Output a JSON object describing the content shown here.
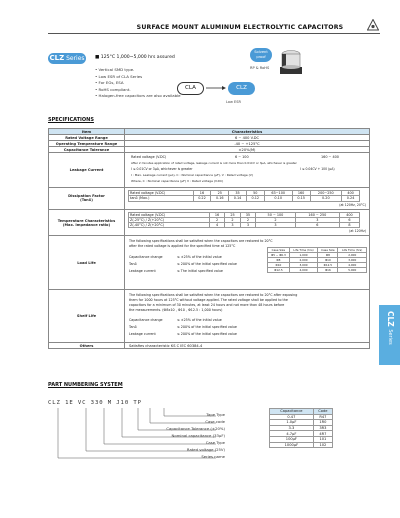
{
  "header": {
    "title": "SURFACE MOUNT ALUMINUM ELECTROLYTIC CAPACITORS"
  },
  "series": {
    "name": "CLZ",
    "suffix": "Series",
    "tagline": "■ 125°C 1,000~5,000 hrs assured",
    "solvent_badge": "Solvent proof",
    "rohs_note": "RP & RoHS",
    "features": [
      "Vertical SMD type.",
      "Low ESR of CLA Series",
      "For EGs, ESA",
      "RoHS compliant.",
      "Halogen-free capacitors are also available"
    ],
    "flow_from": "CLA",
    "flow_to": "CLZ",
    "flow_note": "Low ESR"
  },
  "specifications": {
    "section_title": "SPECIFICATIONS",
    "col_item": "Item",
    "col_char": "Characteristics",
    "rows": [
      {
        "item": "Rated Voltage Range",
        "value": "6 ~ 400 V.DC"
      },
      {
        "item": "Operating Temperature Range",
        "value": "-40 ~ +125°C"
      },
      {
        "item": "Capacitance Tolerance",
        "value": "±20%(M)"
      }
    ],
    "leakage": {
      "item": "Leakage Current",
      "line1": "Rated voltage (V.DC)",
      "line1_a": "6 ~ 100",
      "line1_b": "160 ~ 400",
      "line2": "After 2 minutes application of rated voltage, leakage current is not more than 0.01CV or 3μA, whichever is greater",
      "line3": "I ≤ 0.01CV or 3μA, whichever is greater",
      "line3_b": "I ≤ 0.04CV + 100 (μA)",
      "line4": "I : Max. Leakage current (μA), C : Nominal capacitance (μF), V : Rated voltage (V)",
      "line5": "Where, C : Nominal capacitance (μF)  V : Rated voltage (V.DC)"
    },
    "dissipation": {
      "item": "Dissipation Factor",
      "item2": "(Tanδ)",
      "headers": [
        "Rated voltage (V.DC)",
        "16",
        "25",
        "35",
        "50",
        "63~100",
        "160",
        "200~250",
        "400"
      ],
      "values": [
        "tanδ (Max.)",
        "0.22",
        "0.16",
        "0.14",
        "0.12",
        "0.10",
        "0.15",
        "0.20",
        "0.24"
      ],
      "note": "(at 120Hz, 20°C)"
    },
    "temperature": {
      "item": "Temperature Characteristics",
      "item2": "(Max. Impedance ratio)",
      "headers": [
        "Rated voltage (V.DC)",
        "16",
        "25",
        "35",
        "50 ~ 100",
        "160 ~ 250",
        "400"
      ],
      "row1": [
        "Z(-25°C) / Z(+20°C)",
        "2",
        "2",
        "2",
        "2",
        "3",
        "6"
      ],
      "row2": [
        "Z(-40°C) / Z(+20°C)",
        "4",
        "3",
        "3",
        "3",
        "6",
        "8"
      ],
      "note": "(at 120Hz)"
    },
    "load_life": {
      "item": "Load Life",
      "text1": "The following specifications shall be satisfied when the capacitors are restored to 20°C",
      "text2": "after the rated voltage is applied for the specified time at 125°C",
      "cap_change": "Capacitance change",
      "cap_change_v": "≤ ±25% of the initial value",
      "tand": "Tanδ",
      "tand_v": "≤ 200% of the initial specified value",
      "leak": "Leakage current",
      "leak_v": "≤ The initial specified value",
      "mini_headers": [
        "Case Size",
        "Life Time (hrs)",
        "Case Size",
        "Life Time (hrs)"
      ],
      "mini_rows": [
        [
          "Φ5 ~ Φ6.3",
          "1,000",
          "Φ8",
          "2,000"
        ],
        [
          "Φ8",
          "2,000",
          "Φ10",
          "3,000"
        ],
        [
          "Φ10",
          "3,000",
          "Φ12.5",
          "4,000"
        ],
        [
          "Φ12.5",
          "4,000",
          "Φ16",
          "5,000"
        ]
      ]
    },
    "shelf_life": {
      "item": "Shelf Life",
      "text1": "The following specifications shall be satisfied when the capacitors are restored to 20°C after exposing",
      "text2": "them for 1000 hours at 125°C without voltage applied. The rated voltage shall be applied to the",
      "text3": "capacitors for a minimum of 30 minutes, at least 24 hours and not more than 48 hours before",
      "text4": "the measurements. (Ф8x10 , Ф10 , Ф12.5 : 1,000 hours)",
      "cap_change": "Capacitance change",
      "cap_change_v": "≤ ±25% of the initial value",
      "tand": "Tanδ",
      "tand_v": "≤ 200% of the initial specified value",
      "leak": "Leakage current",
      "leak_v": "≤ 200% of the initial specified value"
    },
    "others": {
      "item": "Others",
      "value": "Satisfies characteristic KS C IEC 60384-4"
    }
  },
  "side_tab": {
    "code": "CLZ",
    "label": "Series"
  },
  "part_numbering": {
    "section_title": "PART NUMBERING SYSTEM",
    "code": "CLZ 1E VC 330 M J10 TP",
    "labels": [
      "Tape Type",
      "Case code",
      "Capacitance Tolerance (±20%)",
      "Nominal capacitance (33μF)",
      "Case Type",
      "Rated voltage (25V)",
      "Series name"
    ],
    "tape_table": {
      "headers": [
        "Capacitance",
        "Code"
      ],
      "rows": [
        [
          "0.47",
          "R47"
        ],
        [
          "1.0μF",
          "1R0"
        ],
        [
          "3.3",
          "3R3"
        ],
        [
          "4.7μF",
          "4R7"
        ],
        [
          "100μF",
          "101"
        ],
        [
          "1000μF",
          "102"
        ]
      ]
    }
  }
}
